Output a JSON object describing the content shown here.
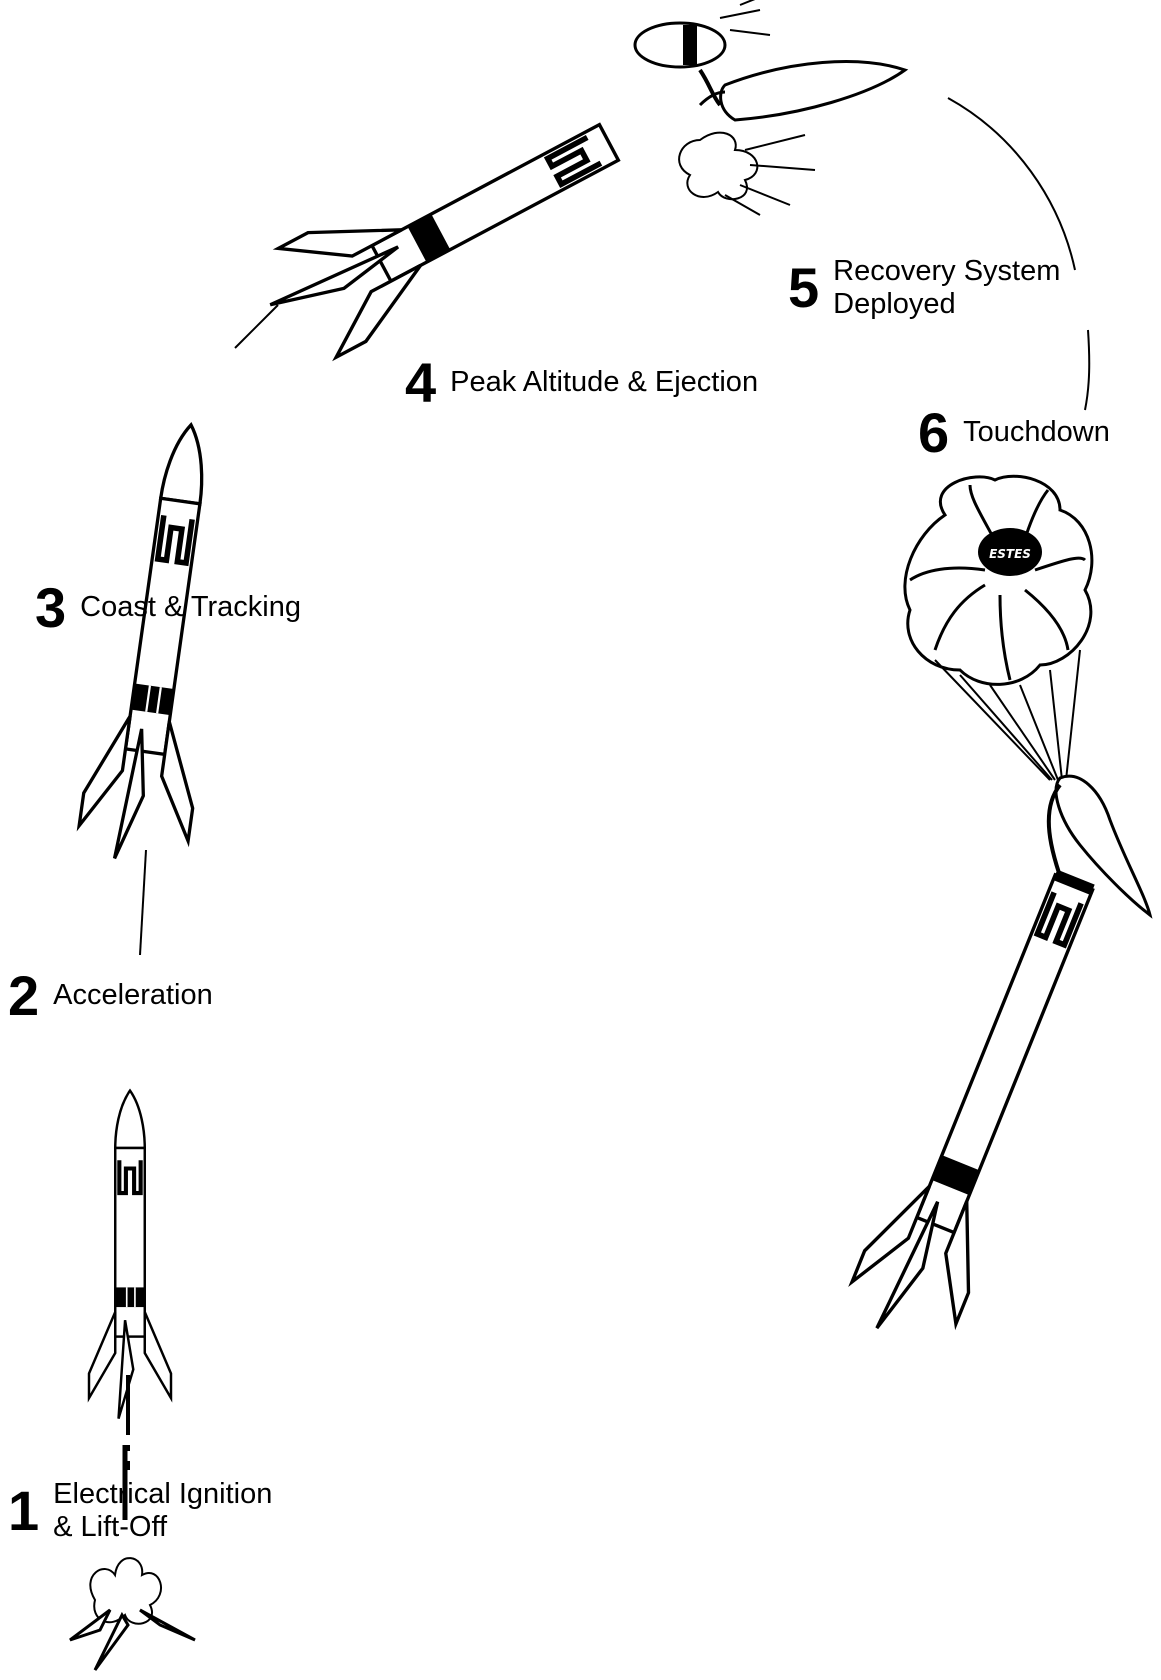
{
  "stages": [
    {
      "number": "1",
      "lines": [
        "Electrical Ignition",
        "& Lift-Off"
      ],
      "icon": "rocket-on-launch-pad"
    },
    {
      "number": "2",
      "lines": [
        "Acceleration"
      ],
      "icon": "rocket-ascending"
    },
    {
      "number": "3",
      "lines": [
        "Coast & Tracking"
      ],
      "icon": "rocket-coasting"
    },
    {
      "number": "4",
      "lines": [
        "Peak Altitude & Ejection"
      ],
      "icon": "rocket-ejecting-nose-cone"
    },
    {
      "number": "5",
      "lines": [
        "Recovery System",
        "Deployed"
      ],
      "icon": "trajectory-arc"
    },
    {
      "number": "6",
      "lines": [
        "Touchdown"
      ],
      "icon": "rocket-under-parachute"
    }
  ],
  "parachute_logo_text": "ESTES",
  "colors": {
    "ink": "#000000",
    "paper": "#ffffff"
  }
}
